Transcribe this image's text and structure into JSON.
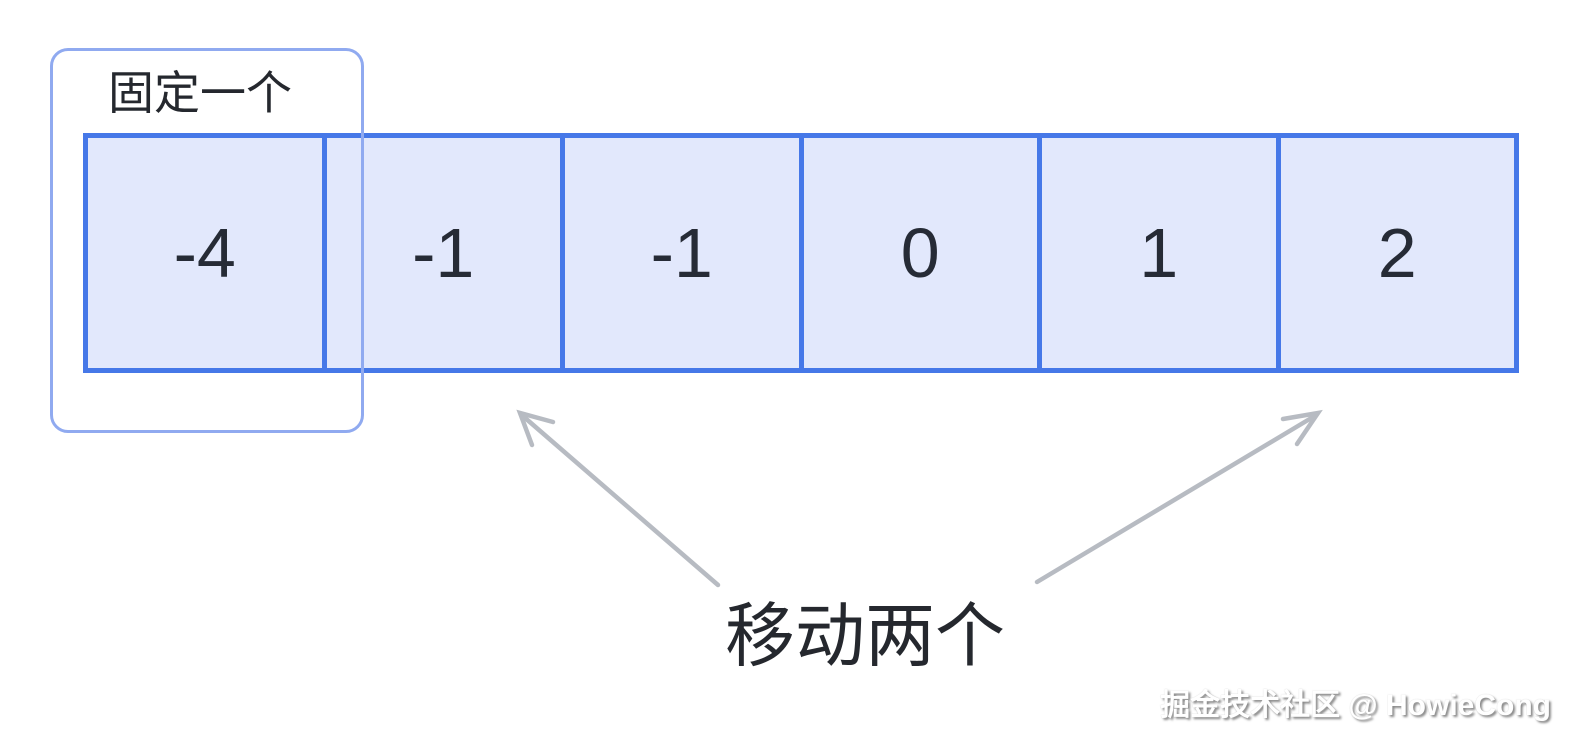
{
  "diagram": {
    "fixed_label": "固定一个",
    "move_label": "移动两个",
    "cells": [
      "-4",
      "-1",
      "-1",
      "0",
      "1",
      "2"
    ],
    "colors": {
      "cell_fill": "#e2e8fc",
      "cell_border": "#4678e8",
      "fixed_box_border": "#90aaf0",
      "arrow": "#b7bbc2",
      "number_text": "#262b36",
      "label_text": "#25282e"
    }
  },
  "watermark": {
    "text": "掘金技术社区 @ HowieCong"
  }
}
